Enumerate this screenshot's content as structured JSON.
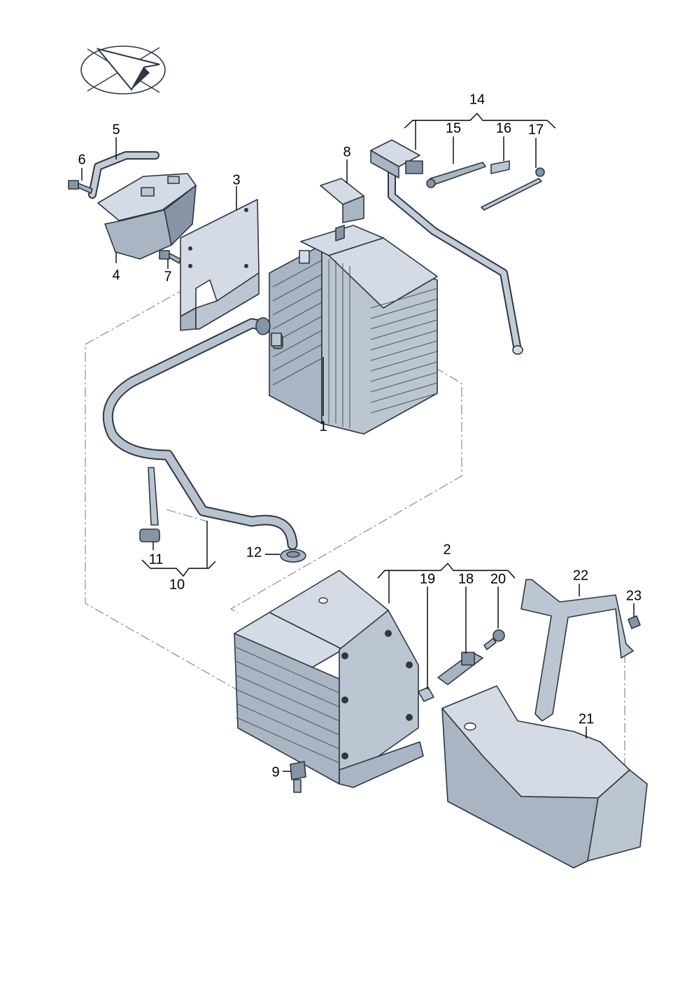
{
  "callouts": {
    "c1": "1",
    "c2": "2",
    "c3": "3",
    "c4": "4",
    "c5": "5",
    "c6": "6",
    "c7": "7",
    "c8": "8",
    "c9": "9",
    "c10": "10",
    "c11": "11",
    "c12": "12",
    "c14": "14",
    "c15": "15",
    "c16": "16",
    "c17": "17",
    "c18": "18",
    "c19": "19",
    "c20": "20",
    "c21": "21",
    "c22": "22",
    "c23": "23"
  },
  "icons": {
    "orientation": "orientation-arrow-icon"
  },
  "colors": {
    "part_light": "#d4dbe4",
    "part_mid": "#aab5c3",
    "part_dark": "#8794a4",
    "outline": "#2e3742",
    "dash_line": "#8a96a6"
  }
}
